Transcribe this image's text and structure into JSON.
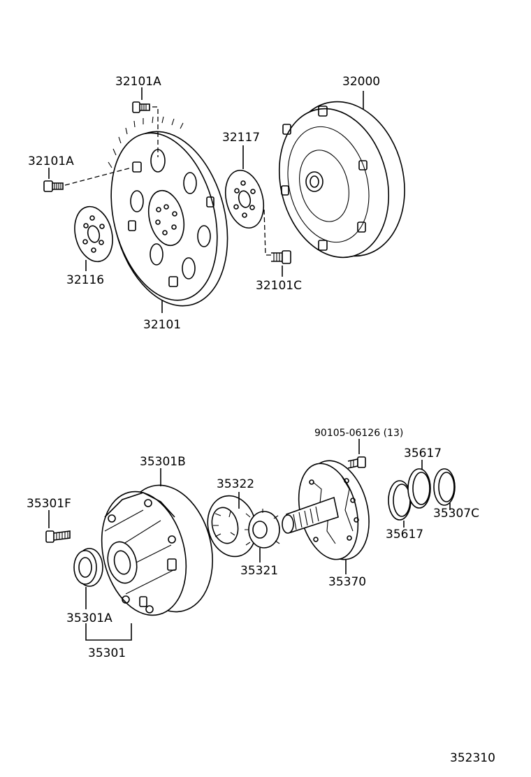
{
  "labels": {
    "p32101A_top": "32101A",
    "p32101A_left": "32101A",
    "p32117": "32117",
    "p32000": "32000",
    "p32116": "32116",
    "p32101": "32101",
    "p32101C": "32101C",
    "p90105": "90105-06126 (13)",
    "p35617_top": "35617",
    "p35617_bottom": "35617",
    "p35307C": "35307C",
    "p35301B": "35301B",
    "p35322": "35322",
    "p35301F": "35301F",
    "p35321": "35321",
    "p35370": "35370",
    "p35301A": "35301A",
    "p35301": "35301",
    "diagram_id": "352310"
  }
}
